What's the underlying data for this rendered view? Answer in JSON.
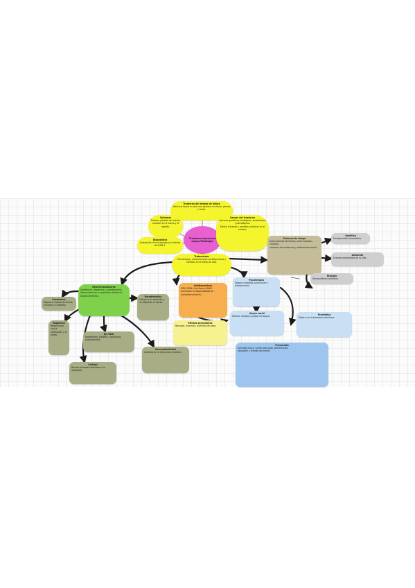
{
  "page": {
    "background": "#ffffff",
    "canvas_background": "#fbfbfb",
    "grid_color": "#ececec"
  },
  "colors": {
    "yellow": "#f4f52c",
    "pink": "#e85fd0",
    "olive": "#a8ad85",
    "green": "#7fd14c",
    "orange": "#f6ae4e",
    "light_yellow": "#f7f290",
    "light_blue": "#c9dff3",
    "blue": "#9ec5ee",
    "tan": "#c5bc9a",
    "grey": "#cfcfcf",
    "edge": "#1a1a1a"
  },
  "central": {
    "title": "Trastorno depresivo mayor/Patología"
  },
  "branches": {
    "top_intro": {
      "title": "Trastorno del estado de ánimo",
      "body": "Afecta la forma en que una persona se siente, piensa y actúa."
    },
    "left_yellow": {
      "title": "Síntomas",
      "body": "Tristeza, pérdida de interés, cambios en el sueño y el apetito."
    },
    "left_yellow_2": {
      "title": "Diagnóstico",
      "body": "Evaluación clínica basada en criterios del DSM-5."
    },
    "right_yellow": {
      "title": "Causas del trastorno",
      "body": "Factores genéticos, biológicos, ambientales y psicológicos.\nEstrés, traumas y cambios químicos en el cerebro."
    },
    "center_yellow": {
      "title": "Tratamiento",
      "body": "Psicoterapia, medicamentos antidepresivos y cambios en el estilo de vida."
    },
    "green_main": {
      "title": "Neurotransmisores",
      "body": "Serotonina, dopamina y noradrenalina.\nAlteraciones en su equilibrio afectan el estado de ánimo."
    },
    "olive_left": {
      "title": "Serotonina",
      "body": "Regula el estado de ánimo, el sueño y el apetito."
    },
    "olive_left_2": {
      "title": "Dopamina",
      "body": "Relacionada con la motivación y el placer."
    },
    "olive_mid": {
      "title": "Noradrenalina",
      "body": "Influye en la atención y la respuesta al estrés."
    },
    "olive_bottom_a": {
      "title": "Eje HHA",
      "body": "Hipotálamo, hipófisis y glándulas suprarrenales."
    },
    "olive_bottom_b": {
      "title": "Cortisol",
      "body": "Niveles elevados asociados a la depresión."
    },
    "olive_bottom_c": {
      "title": "Neuroplasticidad",
      "body": "Cambios en la estructura cerebral."
    },
    "orange_main": {
      "title": "Antidepresivos",
      "body": "ISRS, IRSN, tricíclicos e IMAO.\nAumentan la disponibilidad de neurotransmisores."
    },
    "lightyellow_main": {
      "title": "Efectos secundarios",
      "body": "Náuseas, insomnio, aumento de peso."
    },
    "lightblue_main": {
      "title": "Psicoterapia",
      "body": "Terapia cognitivo-conductual e interpersonal."
    },
    "lightblue_2": {
      "title": "Apoyo social",
      "body": "Familia, amigos y grupos de apoyo."
    },
    "tan_main": {
      "title": "Factores de riesgo",
      "body": "Antecedentes familiares, enfermedades crónicas,\nconsumo de sustancias y aislamiento social."
    },
    "blue_bottom": {
      "title": "Prevención",
      "body": "Actividad física, sueño adecuado, alimentación\nsaludable y manejo del estrés."
    },
    "grey_1": {
      "title": "Genética",
      "body": "Predisposición hereditaria."
    },
    "grey_2": {
      "title": "Ambiente",
      "body": "Eventos estresantes de la vida."
    },
    "grey_3": {
      "title": "Biología",
      "body": "Desequilibrios químicos."
    },
    "grey_4": {
      "title": "Pronóstico",
      "body": "Mejora con tratamiento oportuno."
    }
  }
}
